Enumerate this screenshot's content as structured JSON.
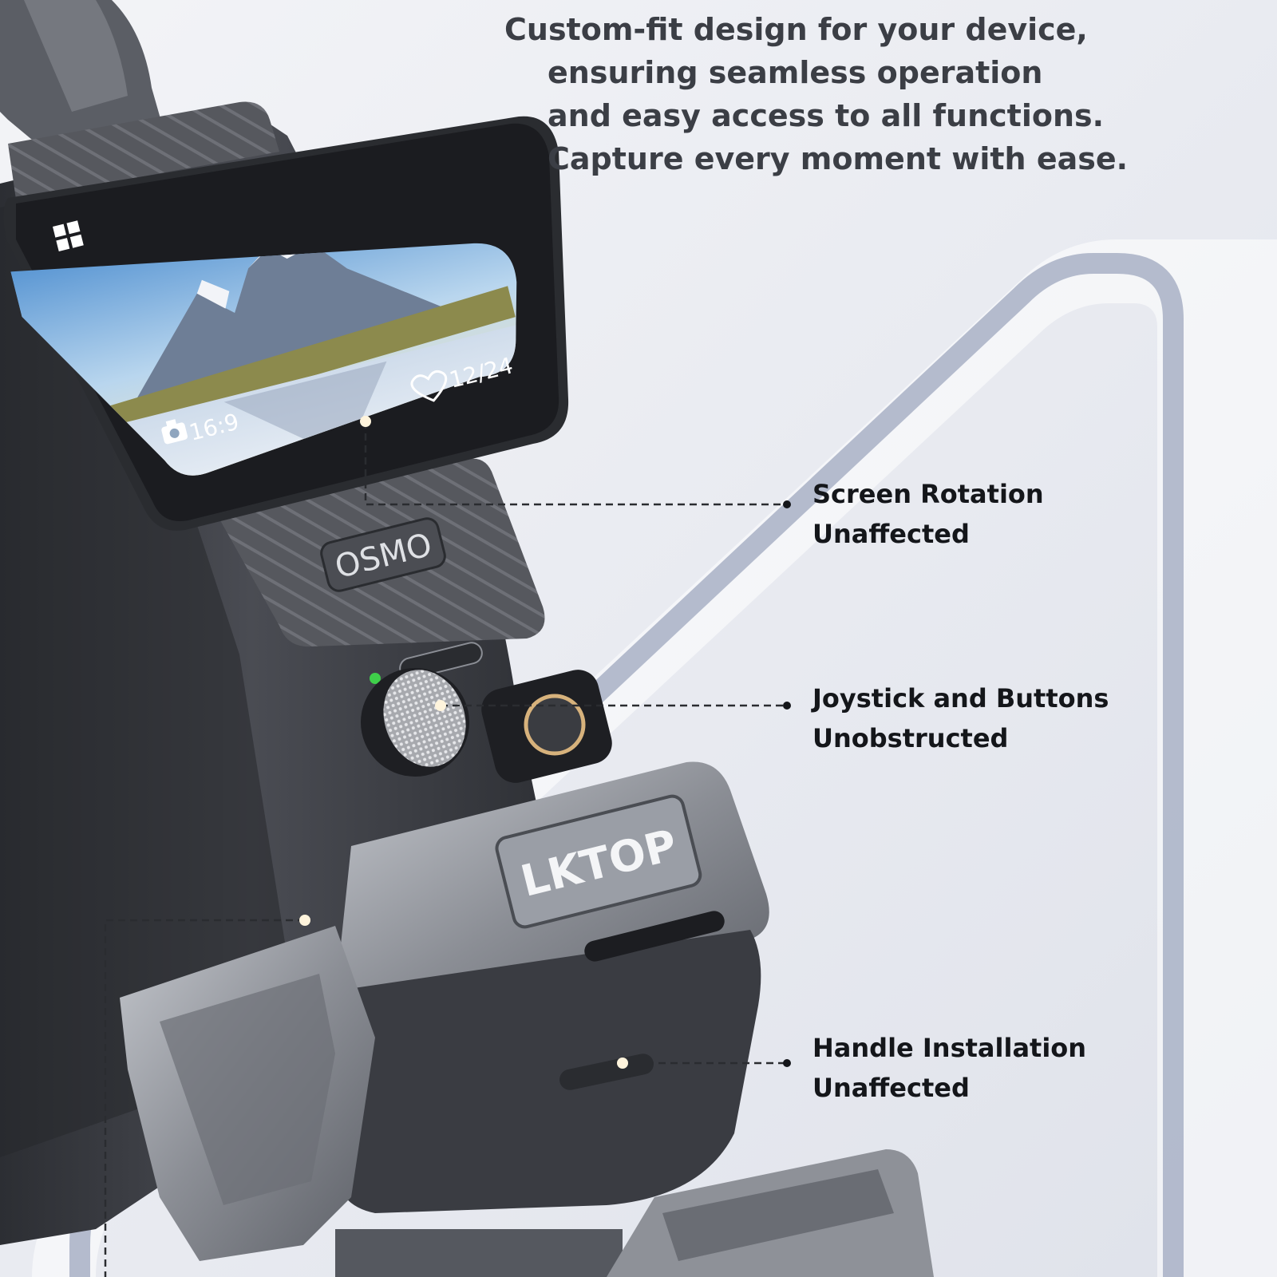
{
  "headline": {
    "line1": "Custom-fit design for your device,",
    "line2": "ensuring seamless operation",
    "line3": "and easy access to all functions.",
    "line4": "Capture every moment with ease."
  },
  "callouts": {
    "screen_rotation": {
      "line1": "Screen Rotation",
      "line2": "Unaffected"
    },
    "joystick": {
      "line1": "Joystick and Buttons",
      "line2": "Unobstructed"
    },
    "handle": {
      "line1": "Handle Installation",
      "line2": "Unaffected"
    }
  },
  "device": {
    "brand_label": "OSMO",
    "cage_brand": "LKTOP",
    "screen": {
      "aspect_ratio": "16:9",
      "counter": "12/24",
      "icons": [
        "grid-icon",
        "camera-icon",
        "heart-icon"
      ]
    }
  },
  "colors": {
    "background": "#e9ebf1",
    "accent_ribbon": "#a8b0c6",
    "device_body": "#3c3e44",
    "cage_metal": "#8b8e95",
    "headline_text": "#3b3e45",
    "callout_text": "#14161a",
    "status_led": "#3fcf4a"
  }
}
